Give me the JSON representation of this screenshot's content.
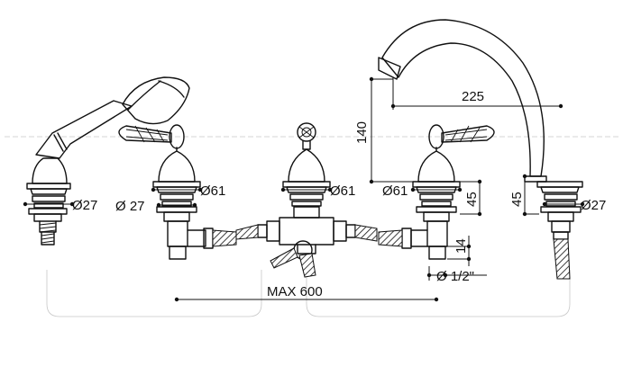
{
  "dimensions": {
    "handshower_diameter": "Ø27",
    "left_valve_diameter_small": "Ø 27",
    "left_valve_diameter_large": "Ø61",
    "diverter_diameter": "Ø61",
    "right_valve_diameter": "Ø61",
    "valve_height": "45",
    "spout_reach": "225",
    "spout_height": "140",
    "spout_base_height": "45",
    "spout_base_diameter": "Ø27",
    "connection_length": "14",
    "connection_thread": "Ø 1/2\"",
    "max_width": "MAX 600"
  }
}
